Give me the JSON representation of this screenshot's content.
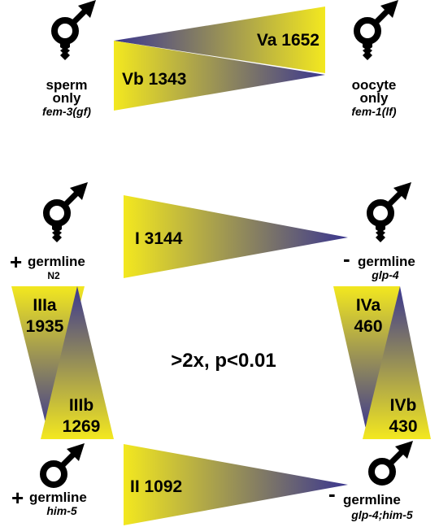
{
  "colors": {
    "yellow": "#f3e81f",
    "blue": "#3a3690",
    "symbol": "#000000"
  },
  "icons": [
    "male-symbol-icon"
  ],
  "top": {
    "left_label_line1": "sperm",
    "left_label_line2": "only",
    "left_label_strain": "fem-3(gf)",
    "right_label_line1": "oocyte",
    "right_label_line2": "only",
    "right_label_strain": "fem-1(lf)",
    "va": "Va 1652",
    "vb": "Vb 1343"
  },
  "mid": {
    "i_label": "I  3144",
    "plus_sign": "+",
    "minus_sign": "-",
    "left_germline": "germline",
    "left_strain": "N2",
    "right_germline": "germline",
    "right_strain": "glp-4"
  },
  "sides": {
    "iiia_name": "IIIa",
    "iiia_value": "1935",
    "iiib_name": "IIIb",
    "iiib_value": "1269",
    "iva_name": "IVa",
    "iva_value": "460",
    "ivb_name": "IVb",
    "ivb_value": "430"
  },
  "center_text": ">2x, p<0.01",
  "bottom": {
    "ii_label": "II  1092",
    "plus_sign": "+",
    "minus_sign": "-",
    "left_germline": "germline",
    "left_strain": "him-5",
    "right_germline": "germline",
    "right_strain": "glp-4;him-5"
  }
}
